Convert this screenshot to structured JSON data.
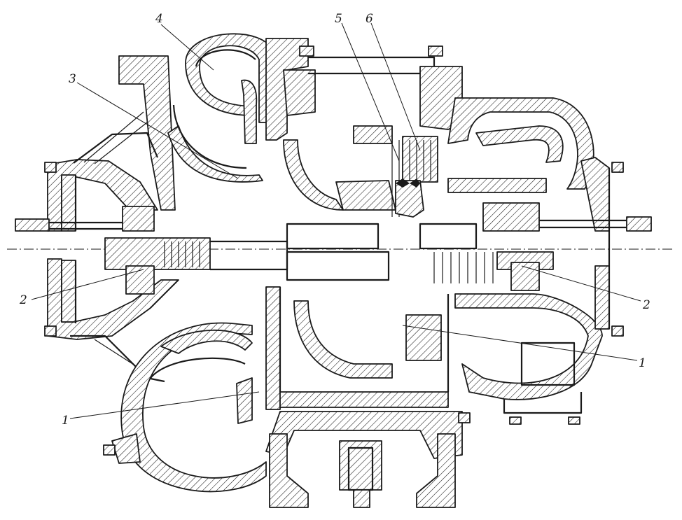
{
  "labels": {
    "l1_left": "1",
    "l1_right": "1",
    "l2_left": "2",
    "l2_right": "2",
    "l3": "3",
    "l4": "4",
    "l5": "5",
    "l6": "6"
  }
}
